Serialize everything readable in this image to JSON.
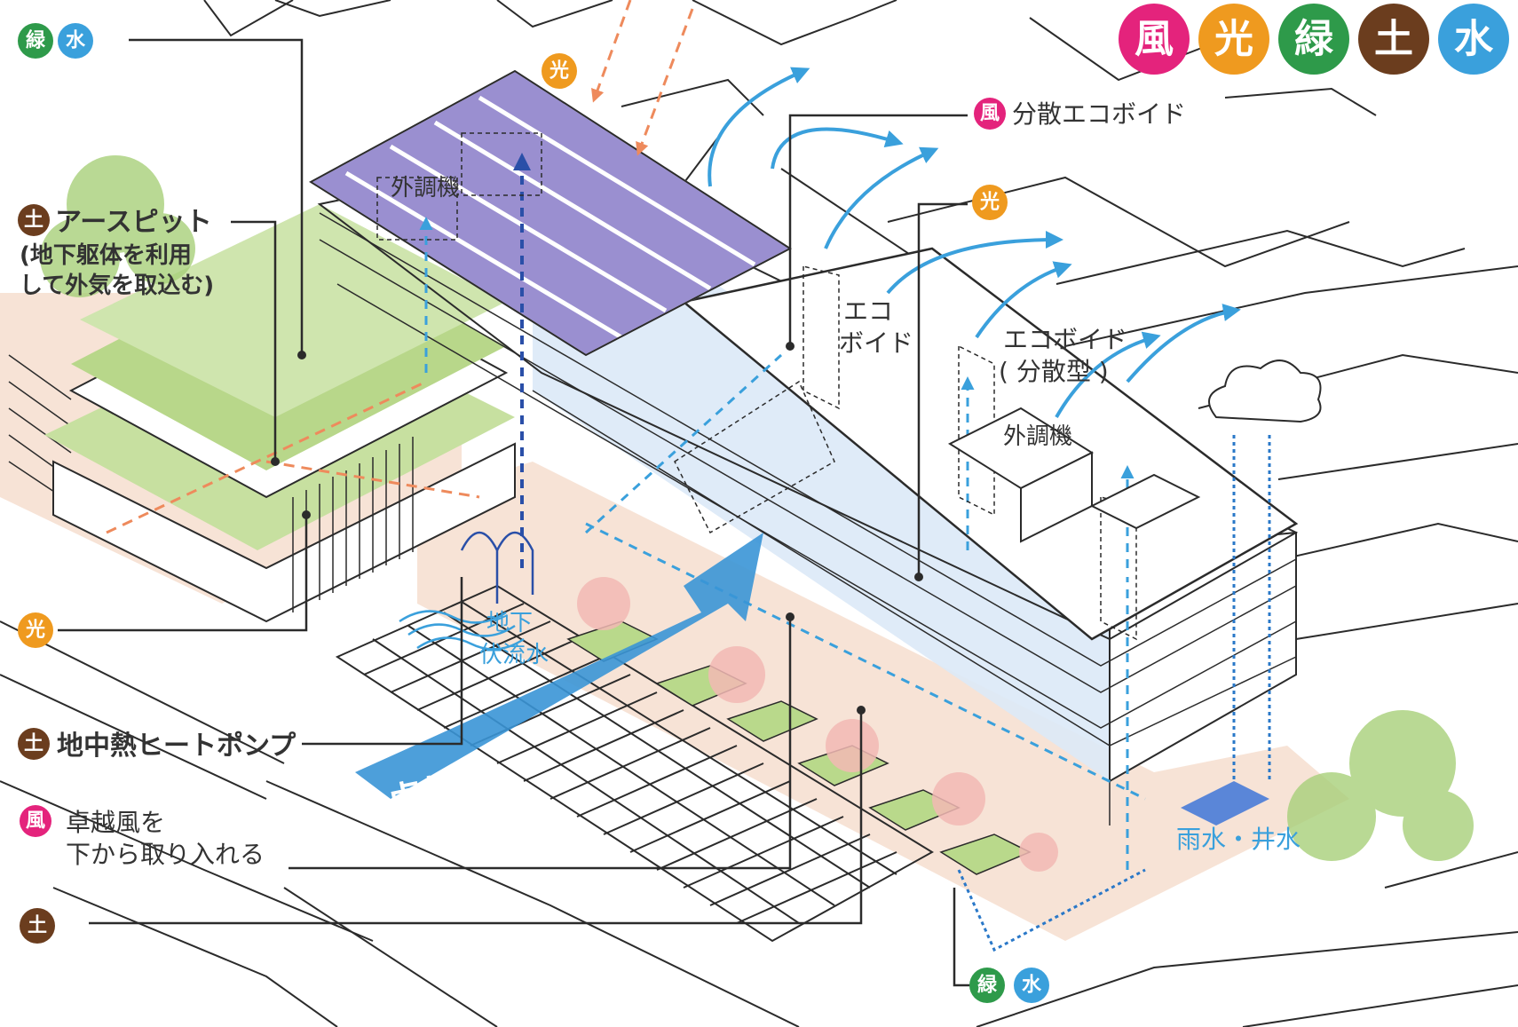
{
  "colors": {
    "wind": "#e4237c",
    "light": "#ef9a1f",
    "green": "#2e9a4a",
    "soil": "#6b3d1e",
    "water": "#3aa0dc",
    "roof_panel": "#9a8fd0",
    "plaza": "#f7e3d6",
    "greenery": "#b9d98b",
    "glass": "#dbe9f7",
    "main_wind_arrow": "#3a95d6"
  },
  "legend": [
    {
      "key": "wind",
      "char": "風"
    },
    {
      "key": "light",
      "char": "光"
    },
    {
      "key": "green",
      "char": "緑"
    },
    {
      "key": "soil",
      "char": "土"
    },
    {
      "key": "water",
      "char": "水"
    }
  ],
  "callouts": {
    "top_left_badges": [
      "緑",
      "水"
    ],
    "earth_pit": {
      "badge": "土",
      "lines": [
        "アースピット",
        "(地下躯体を利用",
        "して外気を取込む)"
      ]
    },
    "light_left": {
      "badge": "光"
    },
    "geothermal": {
      "badge": "土",
      "label": "地中熱ヒートポンプ"
    },
    "wind_intake": {
      "badge": "風",
      "lines": [
        "卓越風を",
        "下から取り入れる"
      ]
    },
    "soil_bottom": {
      "badge": "土"
    },
    "light_top": {
      "badge": "光"
    },
    "eco_void_dispersed": {
      "badge": "風",
      "label": "分散エコボイド"
    },
    "light_right": {
      "badge": "光"
    },
    "bottom_badges": [
      "緑",
      "水"
    ]
  },
  "labels": {
    "outdoor_unit_1": "外調機",
    "outdoor_unit_2": "外調機",
    "eco_void": [
      "エコ",
      "ボイド"
    ],
    "eco_void_dispersed": [
      "エコボイド",
      "( 分散型 )"
    ],
    "underground_water": [
      "地下",
      "伏流水"
    ],
    "prevailing_wind": "卓越風",
    "rain_well_water": "雨水・井水"
  }
}
